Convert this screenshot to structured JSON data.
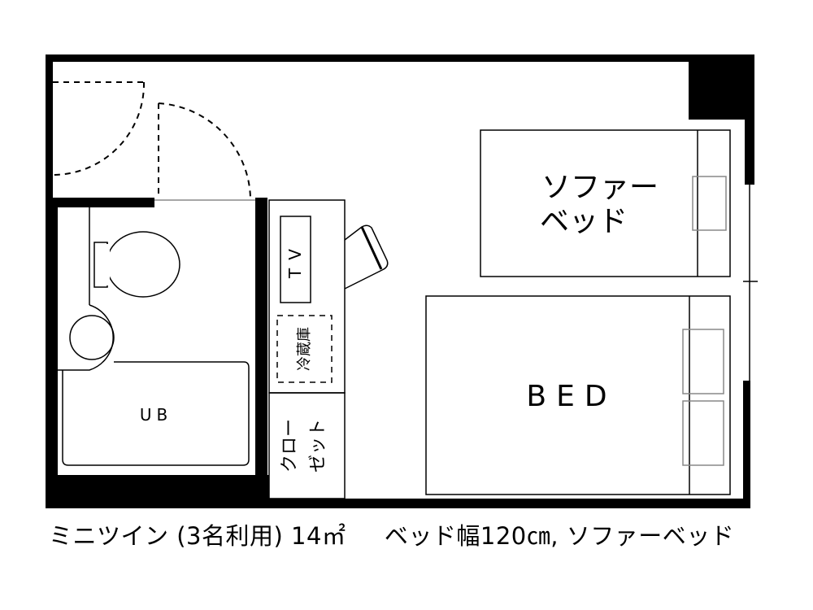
{
  "floorplan": {
    "title": "ミニツイン(3名利用)14㎡　ベッド幅120㎝,ソファーベッド",
    "caption": {
      "room_type": "ミニツイン",
      "occupancy": "(3名利用)",
      "area": "14㎡",
      "bed_width": "ベッド幅120㎝,",
      "extra": "ソファーベッド"
    },
    "labels": {
      "sofa_bed_line1": "ソファー",
      "sofa_bed_line2": "ベッド",
      "bed": "BED",
      "unit_bath": "UB",
      "tv": "TV",
      "fridge": "冷蔵庫",
      "closet_line1": "クロー",
      "closet_line2": "ゼット"
    },
    "colors": {
      "wall": "#000000",
      "line": "#000000",
      "background": "#ffffff"
    }
  }
}
